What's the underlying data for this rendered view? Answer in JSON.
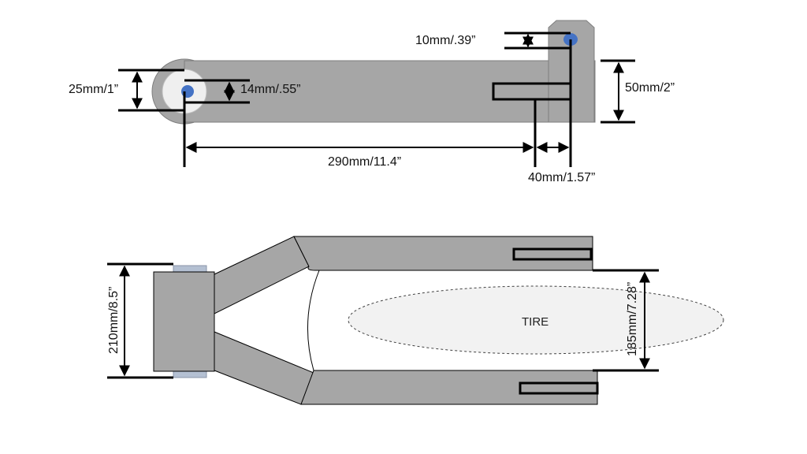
{
  "top_view": {
    "dimensions": {
      "pivot_outer": "25mm/1”",
      "pivot_hole": "14mm/.55”",
      "axle_offset": "10mm/.39”",
      "arm_height": "50mm/2”",
      "arm_length": "290mm/11.4”",
      "slot_offset": "40mm/1.57”"
    }
  },
  "bottom_view": {
    "dimensions": {
      "mount_width": "210mm/8.5”",
      "tire_clearance": "185mm/7.28”"
    },
    "tire_label": "TIRE"
  },
  "colors": {
    "steel": "#a6a6a6",
    "bushing": "#efefef",
    "bolt": "#4472c4",
    "tire_fill": "#f2f2f2",
    "line": "#000000"
  }
}
